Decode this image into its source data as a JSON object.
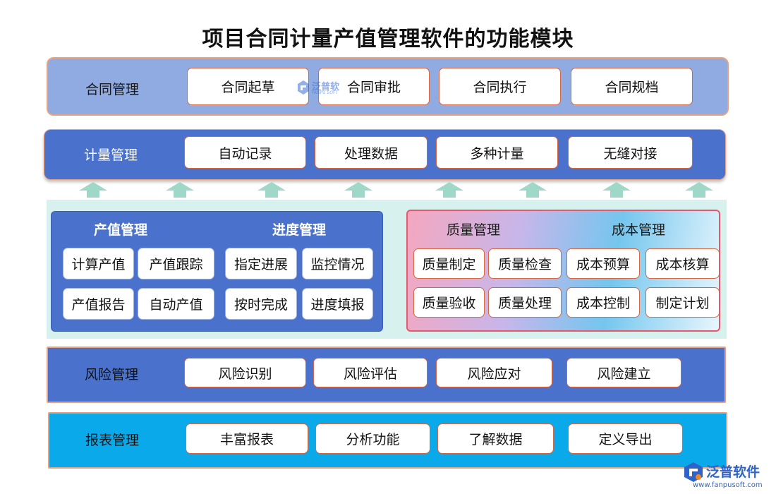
{
  "title": "项目合同计量产值管理软件的功能模块",
  "contract": {
    "label": "合同管理",
    "items": [
      "合同起草",
      "合同审批",
      "合同执行",
      "合同规档"
    ]
  },
  "measure": {
    "label": "计量管理",
    "items": [
      "自动记录",
      "处理数据",
      "多种计量",
      "无缝对接"
    ]
  },
  "output": {
    "label": "产值管理",
    "items": [
      "计算产值",
      "产值跟踪",
      "产值报告",
      "自动产值"
    ]
  },
  "progress": {
    "label": "进度管理",
    "items": [
      "指定进展",
      "监控情况",
      "按时完成",
      "进度填报"
    ]
  },
  "quality": {
    "label": "质量管理",
    "items": [
      "质量制定",
      "质量检查",
      "质量验收",
      "质量处理"
    ]
  },
  "cost": {
    "label": "成本管理",
    "items": [
      "成本预算",
      "成本核算",
      "成本控制",
      "制定计划"
    ]
  },
  "risk": {
    "label": "风险管理",
    "items": [
      "风险识别",
      "风险评估",
      "风险应对",
      "风险建立"
    ]
  },
  "report": {
    "label": "报表管理",
    "items": [
      "丰富报表",
      "分析功能",
      "了解数据",
      "定义导出"
    ]
  },
  "brand": {
    "name": "泛普软件",
    "url": "www.fanpusoft.com",
    "small_name": "泛普软",
    "small_sub": "FANPU SOFT"
  },
  "colors": {
    "contract_band": "#8aa8e0",
    "measure_band": "#4a72cc",
    "risk_band": "#4a72cc",
    "report_band": "#0aa8e8",
    "panel_left": "#4a72cc",
    "arrow": "#9fd8c8",
    "chip_border": "#d8663f"
  }
}
